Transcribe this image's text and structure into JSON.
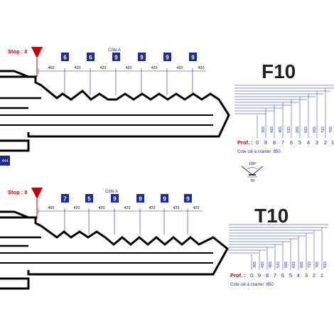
{
  "colors": {
    "accent_red": "#cc0000",
    "accent_blue": "#1d2a9c",
    "key_black": "#000000"
  },
  "panels": [
    {
      "code": "F10",
      "stop_label": "Stop : 0",
      "side_label": "Côté A",
      "cuts": [
        "6",
        "6",
        "9",
        "9",
        "9",
        "9"
      ],
      "spacings": [
        "460",
        "420",
        "420",
        "420",
        "420",
        "420",
        "420"
      ],
      "depth_values": [
        "365",
        "415",
        "465",
        "515",
        "565",
        "615",
        "665",
        "715",
        "765"
      ],
      "prof_label": "Prof. :",
      "depth_numbers": [
        "0",
        "9",
        "8",
        "7",
        "6",
        "5",
        "4",
        "3",
        "2",
        "1"
      ],
      "cote_label": "Cote clé à cranter :850"
    },
    {
      "code": "T10",
      "stop_label": "Stop : 0",
      "side_label": "Côté A",
      "cuts": [
        "7",
        "5",
        "9",
        "9",
        "9",
        "9"
      ],
      "spacings": [
        "460",
        "420",
        "420",
        "420",
        "420",
        "420",
        "420"
      ],
      "depth_values": [
        "365",
        "415",
        "465",
        "515",
        "565",
        "615",
        "665",
        "715",
        "765",
        "815"
      ],
      "prof_label": "Prof. :",
      "depth_numbers": [
        "0",
        "9",
        "8",
        "7",
        "6",
        "5",
        "4",
        "3",
        "2",
        "1"
      ],
      "cote_label": "Cote clé à cranter :850"
    }
  ],
  "angle_label": "100°",
  "angle_width": "70",
  "side_badge": "444"
}
